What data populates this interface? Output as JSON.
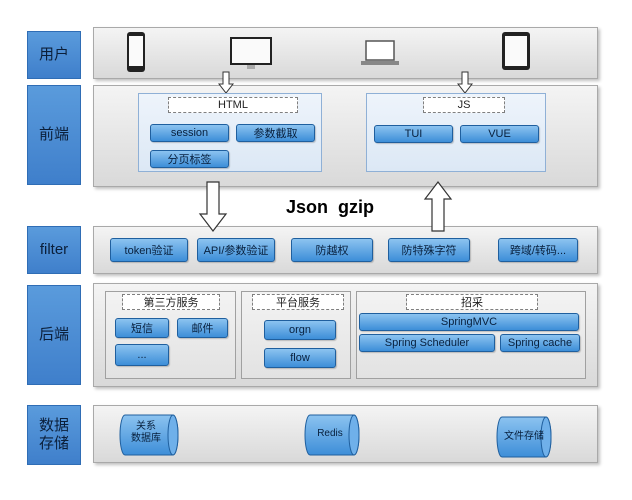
{
  "layers": {
    "user": "用户",
    "frontend": "前端",
    "filter": "filter",
    "backend": "后端",
    "storage": "数据\n存储"
  },
  "frontend": {
    "html_panel": {
      "title": "HTML",
      "items": [
        "session",
        "参数截取",
        "分页标签"
      ]
    },
    "js_panel": {
      "title": "JS",
      "items": [
        "TUI",
        "VUE"
      ]
    }
  },
  "center_label": "Json  gzip",
  "filter_items": [
    "token验证",
    "API/参数验证",
    "防越权",
    "防特殊字符",
    "跨域/转码..."
  ],
  "backend": {
    "third_party": {
      "title": "第三方服务",
      "items": [
        "短信",
        "邮件",
        "..."
      ]
    },
    "platform": {
      "title": "平台服务",
      "items": [
        "orgn",
        "flow"
      ]
    },
    "recruit": {
      "title": "招采",
      "items": [
        "SpringMVC",
        "Spring Scheduler",
        "Spring cache"
      ]
    }
  },
  "storage_items": [
    "关系\n数据库",
    "Redis",
    "文件存储"
  ],
  "colors": {
    "layer_label": "#4a8bd4",
    "button": "#5aa5e6",
    "band": "#e3e3e3",
    "panel": "#e3edf8"
  },
  "icons": [
    "phone-icon",
    "monitor-icon",
    "laptop-icon",
    "tablet-icon"
  ]
}
